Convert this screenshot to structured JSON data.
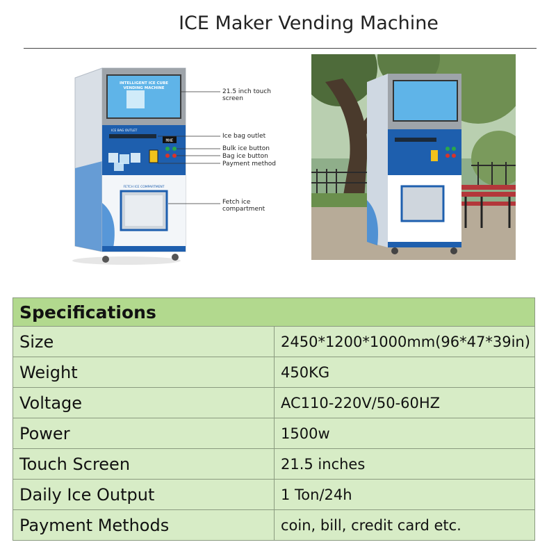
{
  "page": {
    "title": "ICE Maker Vending Machine"
  },
  "machine": {
    "screen_text": [
      "INTELLIGENT ICE CUBE",
      "VENDING MACHINE"
    ],
    "outlet_text": "ICE BAG OUTLET",
    "compartment_text": "FETCH ICE COMPARTMENT",
    "display_text": "MHE"
  },
  "callouts": [
    {
      "text": "21.5 inch touch screen"
    },
    {
      "text": "Ice bag outlet"
    },
    {
      "text": "Bulk ice button"
    },
    {
      "text": "Bag ice button"
    },
    {
      "text": "Payment method"
    },
    {
      "text": "Fetch ice compartment"
    }
  ],
  "colors": {
    "table_header": "#b2d98e",
    "table_row": "#d7ecc6",
    "machine_blue": "#1e5fae"
  },
  "specs": {
    "header": "Specifications",
    "rows": [
      {
        "label": "Size",
        "value": "2450*1200*1000mm(96*47*39in)"
      },
      {
        "label": "Weight",
        "value": "450KG"
      },
      {
        "label": "Voltage",
        "value": "AC110-220V/50-60HZ"
      },
      {
        "label": "Power",
        "value": "1500w"
      },
      {
        "label": "Touch Screen",
        "value": "21.5 inches"
      },
      {
        "label": "Daily Ice Output",
        "value": "1 Ton/24h"
      },
      {
        "label": "Payment Methods",
        "value": "coin, bill, credit card etc."
      }
    ]
  }
}
